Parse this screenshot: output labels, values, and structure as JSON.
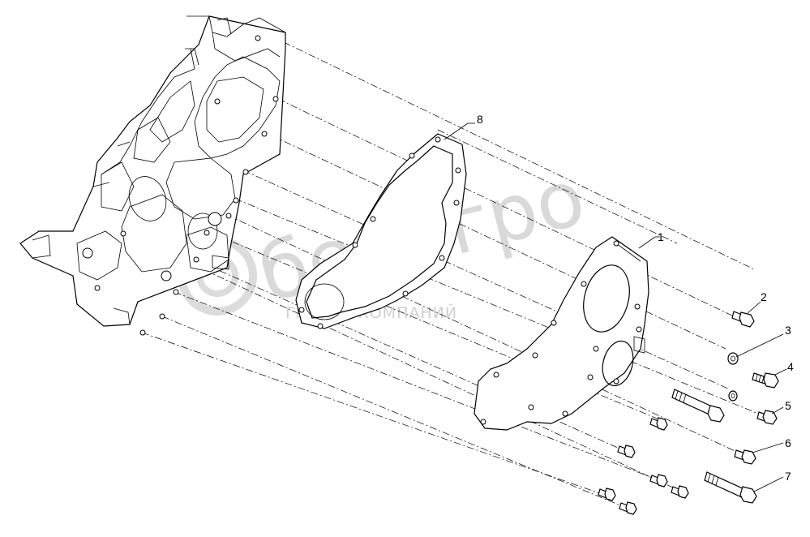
{
  "watermark": {
    "brand": "белагро",
    "subtitle": "ГРУППА КОМПАНИЙ"
  },
  "callouts": {
    "c1": "1",
    "c2": "2",
    "c3": "3",
    "c4": "4",
    "c5": "5",
    "c6": "6",
    "c7": "7",
    "c8": "8"
  }
}
